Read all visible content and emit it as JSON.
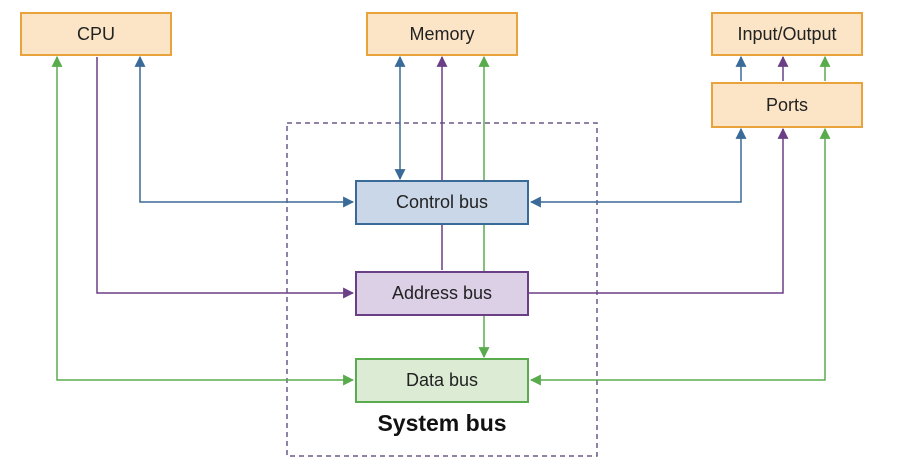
{
  "components": {
    "cpu": "CPU",
    "memory": "Memory",
    "io": "Input/Output",
    "ports": "Ports"
  },
  "buses": {
    "control": "Control bus",
    "address": "Address bus",
    "data": "Data bus"
  },
  "system_bus_label": "System bus",
  "colors": {
    "control": "#3a6a97",
    "address": "#6b3f85",
    "data": "#5aab4e",
    "component_fill": "#fbe5c6",
    "component_border": "#e8a33d",
    "system_bus_border": "#6d5a8a"
  }
}
